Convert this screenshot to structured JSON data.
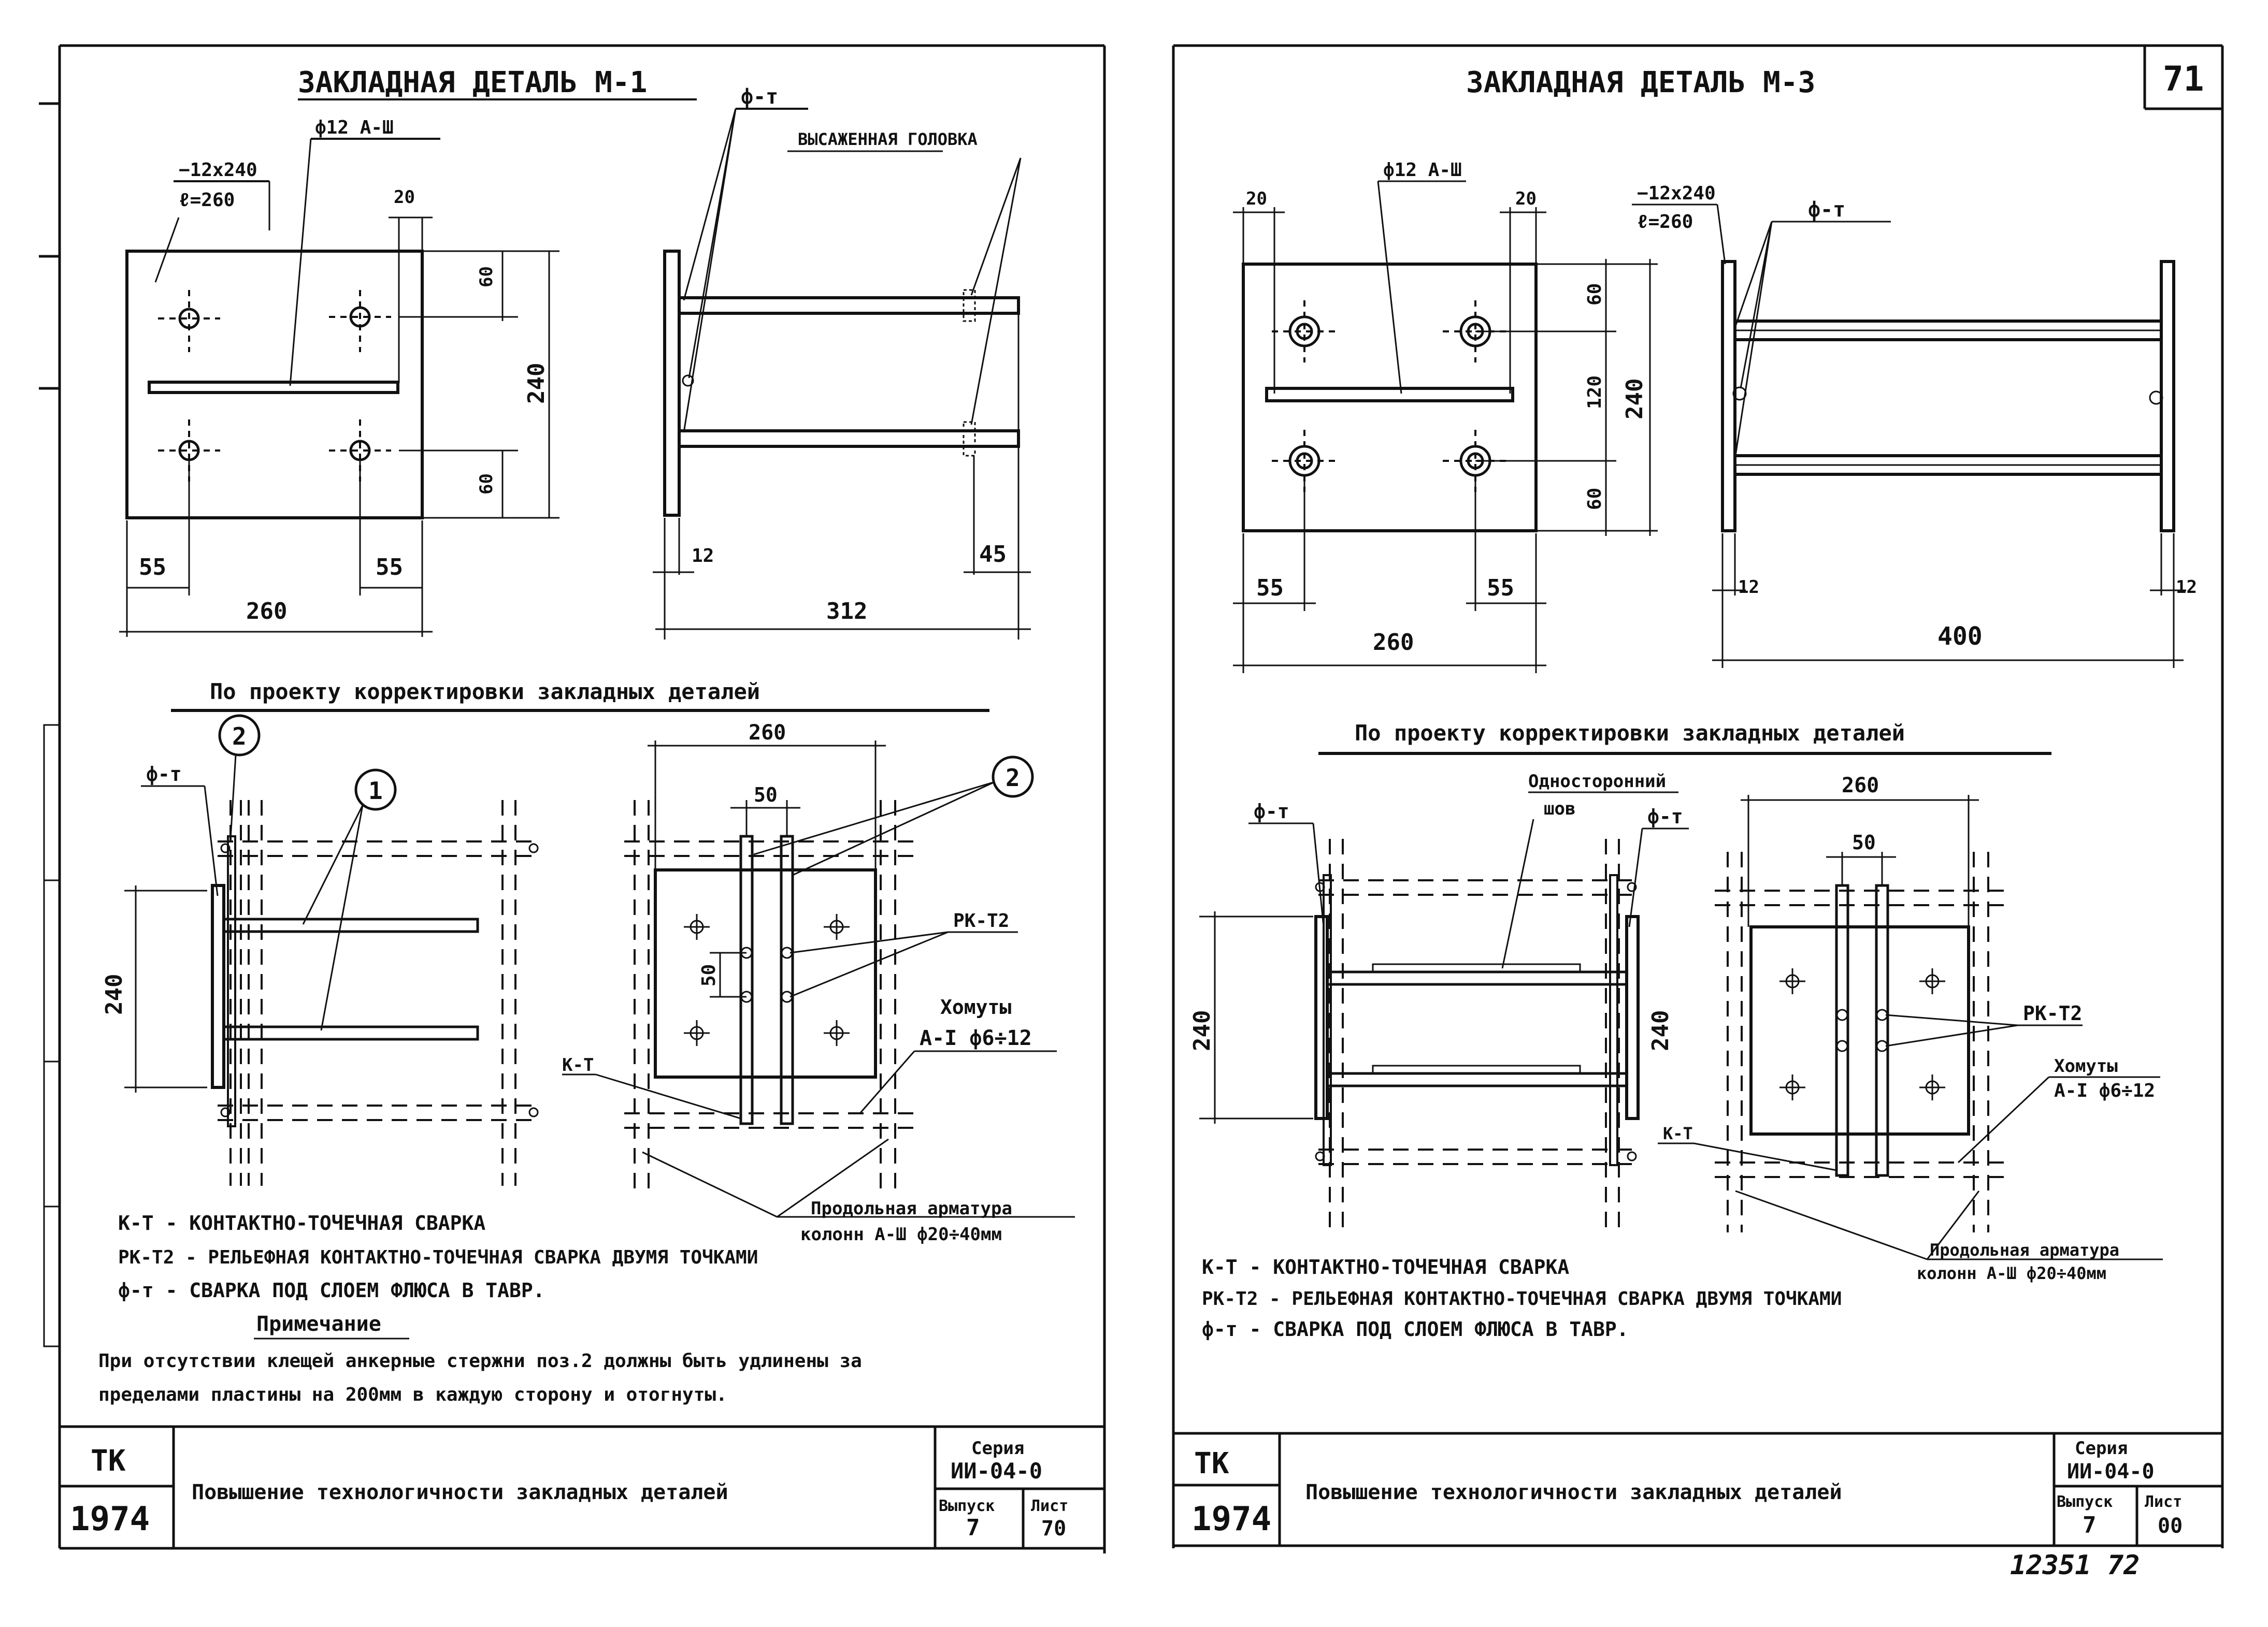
{
  "left_sheet": {
    "m1": {
      "title": "ЗАКЛАДНАЯ ДЕТАЛЬ М-1",
      "rebar": "ф12 А-Ш",
      "plate": "−12х240",
      "plate_len": "ℓ=260",
      "weld": "ф-т",
      "head": "ВЫСАЖЕННАЯ ГОЛОВКА",
      "dims": {
        "d20": "20",
        "d60a": "60",
        "d60b": "60",
        "d240": "240",
        "d55a": "55",
        "d55b": "55",
        "d260": "260",
        "d12": "12",
        "d45": "45",
        "d312": "312"
      }
    },
    "correction_title": "По проекту корректировки закладных деталей",
    "corr": {
      "wt": "ф-т",
      "mark2": "2",
      "mark1": "1",
      "d240": "240",
      "d260": "260",
      "d50a": "50",
      "d50b": "50",
      "mark2b": "2",
      "rk": "РК-Т2",
      "clamps": "Хомуты",
      "clamps_spec": "А-I ф6÷12",
      "kt": "К-Т",
      "long_rebar": "Продольная арматура",
      "long_rebar_spec": "колонн А-Ш ф20÷40мм"
    },
    "legend": [
      "К-Т - КОНТАКТНО-ТОЧЕЧНАЯ СВАРКА",
      "РК-Т2 - РЕЛЬЕФНАЯ КОНТАКТНО-ТОЧЕЧНАЯ СВАРКА ДВУМЯ ТОЧКАМИ",
      "ф-т -           СВАРКА ПОД СЛОЕМ ФЛЮСА  В ТАВР."
    ],
    "note_title": "Примечание",
    "note": [
      "При отсутствии клещей анкерные стержни поз.2 должны быть удлинены за",
      "пределами пластины на 200мм в каждую сторону и отогнуты."
    ],
    "stamp": {
      "org": "ТК",
      "year": "1974",
      "title": "Повышение технологичности закладных деталей",
      "series_label": "Серия",
      "series": "ИИ-04-0",
      "issue_label": "Выпуск",
      "issue": "7",
      "sheet_label": "Лист",
      "sheet": "70"
    }
  },
  "right_sheet": {
    "page_no": "71",
    "m3": {
      "title": "ЗАКЛАДНАЯ ДЕТАЛЬ М-3",
      "rebar": "ф12 А-Ш",
      "plate": "−12х240",
      "plate_len": "ℓ=260",
      "weld": "ф-т",
      "dims": {
        "d20a": "20",
        "d20b": "20",
        "d60a": "60",
        "d120": "120",
        "d60b": "60",
        "d240": "240",
        "d55a": "55",
        "d55b": "55",
        "d260": "260",
        "d12a": "12",
        "d12b": "12",
        "d400": "400"
      }
    },
    "correction_title": "По проекту корректировки закладных деталей",
    "corr": {
      "wt_m": "ф-т",
      "one_side": "Односторонний",
      "seam": "шов",
      "wt": "ф-т",
      "d240a": "240",
      "d240b": "240",
      "d260": "260",
      "d50": "50",
      "rk": "РК-Т2",
      "clamps": "Хомуты",
      "clamps_spec": "А-I ф6÷12",
      "kt": "К-Т",
      "long_rebar": "Продольная арматура",
      "long_rebar_spec": "колонн А-Ш ф20÷40мм"
    },
    "legend": [
      "К-Т - КОНТАКТНО-ТОЧЕЧНАЯ СВАРКА",
      "РК-Т2 - РЕЛЬЕФНАЯ КОНТАКТНО-ТОЧЕЧНАЯ СВАРКА ДВУМЯ ТОЧКАМИ",
      "ф-т -           СВАРКА ПОД СЛОЕМ ФЛЮСА  В ТАВР."
    ],
    "stamp": {
      "org": "ТК",
      "year": "1974",
      "title": "Повышение технологичности закладных деталей",
      "series_label": "Серия",
      "series": "ИИ-04-0",
      "issue_label": "Выпуск",
      "issue": "7",
      "sheet_label": "Лист",
      "sheet": "00"
    },
    "archive_no": "12351  72"
  }
}
